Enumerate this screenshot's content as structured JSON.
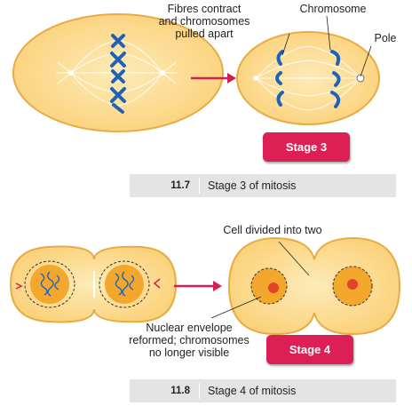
{
  "figure_7": {
    "labels": {
      "fibres": "Fibres contract\nand chromosomes\npulled apart",
      "chromosome": "Chromosome",
      "pole": "Pole"
    },
    "stage_button": "Stage 3",
    "caption_number": "11.7",
    "caption_text": "Stage 3 of mitosis"
  },
  "figure_8": {
    "labels": {
      "cell_divided": "Cell divided into two",
      "nuclear_envelope": "Nuclear envelope\nreformed; chromosomes\nno longer visible"
    },
    "stage_button": "Stage 4",
    "caption_number": "11.8",
    "caption_text": "Stage 4 of mitosis"
  },
  "colors": {
    "cell_fill": "#fbd98a",
    "cell_outline": "#e5a93c",
    "chromosome": "#1f63b8",
    "nucleus": "#f3a72c",
    "nucleolus": "#e2442a",
    "arrow": "#d41f52",
    "stage_button": "#dc1f55"
  }
}
